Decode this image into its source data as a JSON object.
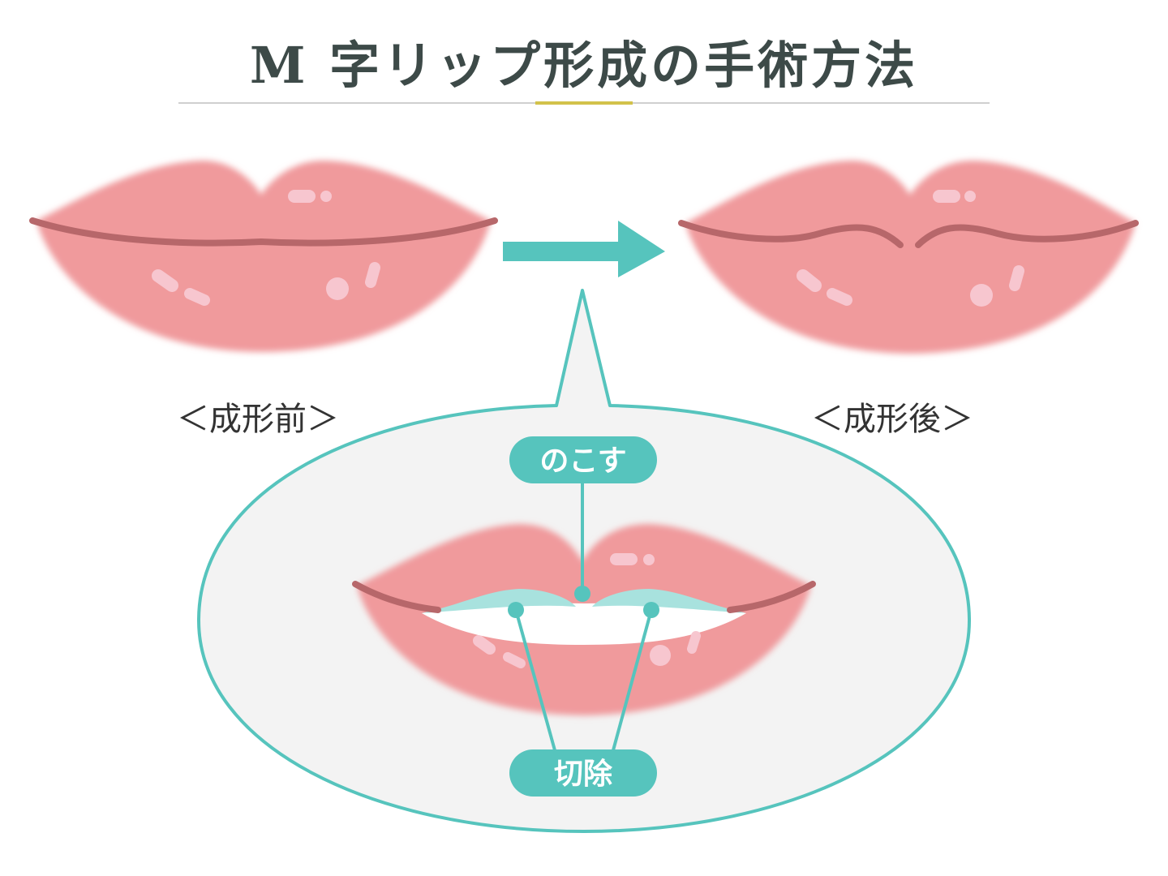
{
  "title": "M 字リップ形成の手術方法",
  "captions": {
    "before": "＜成形前＞",
    "after": "＜成形後＞"
  },
  "labels": {
    "keep": "のこす",
    "excise": "切除"
  },
  "colors": {
    "lip": "#f09a9c",
    "lip_line": "#b7676a",
    "highlight": "#f7c6cf",
    "teal": "#56c4bd",
    "excise_area": "#a8e2de",
    "zoom_bg": "#f3f3f3",
    "title_rule_accent": "#d2c24a"
  }
}
